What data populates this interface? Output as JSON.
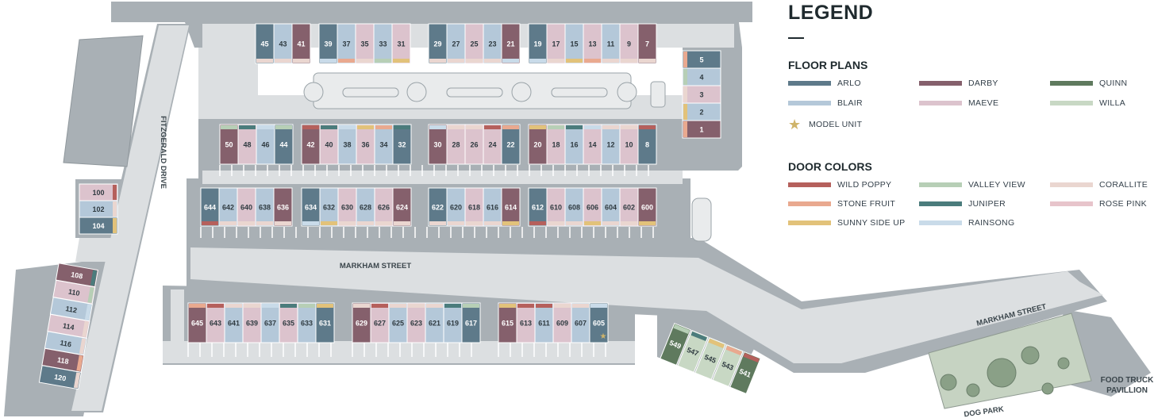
{
  "legend": {
    "title": "LEGEND",
    "floor_plans_heading": "FLOOR PLANS",
    "door_colors_heading": "DOOR COLORS",
    "model_unit": "MODEL UNIT",
    "floor_plans": [
      {
        "name": "ARLO",
        "color": "#5e7a8a"
      },
      {
        "name": "DARBY",
        "color": "#85606c"
      },
      {
        "name": "QUINN",
        "color": "#5f7a5e"
      },
      {
        "name": "BLAIR",
        "color": "#b4c8d9"
      },
      {
        "name": "MAEVE",
        "color": "#dcc3cd"
      },
      {
        "name": "WILLA",
        "color": "#c8d8c4"
      }
    ],
    "door_colors": [
      {
        "name": "WILD POPPY",
        "color": "#b5605c"
      },
      {
        "name": "VALLEY VIEW",
        "color": "#b7cfb6"
      },
      {
        "name": "CORALLITE",
        "color": "#ead6d0"
      },
      {
        "name": "STONE FRUIT",
        "color": "#e9a98f"
      },
      {
        "name": "JUNIPER",
        "color": "#4b7c7c"
      },
      {
        "name": "ROSE PINK",
        "color": "#e7c4cb"
      },
      {
        "name": "SUNNY SIDE UP",
        "color": "#e2c27a"
      },
      {
        "name": "RAINSONG",
        "color": "#c9dbe9"
      }
    ]
  },
  "labels": {
    "fitzgerald": "FITZGERALD DRIVE",
    "markham": "MARKHAM STREET",
    "markham2": "MARKHAM STREET",
    "food_truck_1": "FOOD TRUCK",
    "food_truck_2": "PAVILLION",
    "dog_park": "DOG PARK"
  },
  "units": {
    "row_a": [
      {
        "n": "45",
        "plan": "ARLO",
        "door": "CORALLITE"
      },
      {
        "n": "43",
        "plan": "BLAIR",
        "door": "CORALLITE"
      },
      {
        "n": "41",
        "plan": "DARBY",
        "door": "CORALLITE"
      },
      {
        "n": "39",
        "plan": "ARLO",
        "door": "RAINSONG"
      },
      {
        "n": "37",
        "plan": "BLAIR",
        "door": "STONE FRUIT"
      },
      {
        "n": "35",
        "plan": "MAEVE",
        "door": "CORALLITE"
      },
      {
        "n": "33",
        "plan": "BLAIR",
        "door": "VALLEY VIEW"
      },
      {
        "n": "31",
        "plan": "MAEVE",
        "door": "SUNNY SIDE UP"
      },
      {
        "n": "29",
        "plan": "ARLO",
        "door": "CORALLITE"
      },
      {
        "n": "27",
        "plan": "BLAIR",
        "door": "CORALLITE"
      },
      {
        "n": "25",
        "plan": "MAEVE",
        "door": "CORALLITE"
      },
      {
        "n": "23",
        "plan": "BLAIR",
        "door": "CORALLITE"
      },
      {
        "n": "21",
        "plan": "DARBY",
        "door": "RAINSONG"
      },
      {
        "n": "19",
        "plan": "ARLO",
        "door": "RAINSONG"
      },
      {
        "n": "17",
        "plan": "MAEVE",
        "door": "CORALLITE"
      },
      {
        "n": "15",
        "plan": "BLAIR",
        "door": "SUNNY SIDE UP"
      },
      {
        "n": "13",
        "plan": "MAEVE",
        "door": "STONE FRUIT"
      },
      {
        "n": "11",
        "plan": "BLAIR",
        "door": "CORALLITE"
      },
      {
        "n": "9",
        "plan": "MAEVE",
        "door": "CORALLITE"
      },
      {
        "n": "7",
        "plan": "DARBY",
        "door": "CORALLITE"
      }
    ],
    "row_b": [
      {
        "n": "50",
        "plan": "DARBY",
        "door": "VALLEY VIEW"
      },
      {
        "n": "48",
        "plan": "MAEVE",
        "door": "JUNIPER"
      },
      {
        "n": "46",
        "plan": "BLAIR",
        "door": "RAINSONG"
      },
      {
        "n": "44",
        "plan": "ARLO",
        "door": "VALLEY VIEW"
      },
      {
        "n": "42",
        "plan": "DARBY",
        "door": "WILD POPPY"
      },
      {
        "n": "40",
        "plan": "MAEVE",
        "door": "JUNIPER"
      },
      {
        "n": "38",
        "plan": "BLAIR",
        "door": "RAINSONG"
      },
      {
        "n": "36",
        "plan": "MAEVE",
        "door": "SUNNY SIDE UP"
      },
      {
        "n": "34",
        "plan": "BLAIR",
        "door": "STONE FRUIT"
      },
      {
        "n": "32",
        "plan": "ARLO",
        "door": "JUNIPER"
      },
      {
        "n": "30",
        "plan": "DARBY",
        "door": "RAINSONG"
      },
      {
        "n": "28",
        "plan": "MAEVE",
        "door": "CORALLITE"
      },
      {
        "n": "26",
        "plan": "MAEVE",
        "door": "CORALLITE"
      },
      {
        "n": "24",
        "plan": "MAEVE",
        "door": "WILD POPPY"
      },
      {
        "n": "22",
        "plan": "ARLO",
        "door": "STONE FRUIT"
      },
      {
        "n": "20",
        "plan": "DARBY",
        "door": "SUNNY SIDE UP"
      },
      {
        "n": "18",
        "plan": "MAEVE",
        "door": "VALLEY VIEW"
      },
      {
        "n": "16",
        "plan": "BLAIR",
        "door": "JUNIPER"
      },
      {
        "n": "14",
        "plan": "MAEVE",
        "door": "RAINSONG"
      },
      {
        "n": "12",
        "plan": "BLAIR",
        "door": "CORALLITE"
      },
      {
        "n": "10",
        "plan": "MAEVE",
        "door": "CORALLITE"
      },
      {
        "n": "8",
        "plan": "ARLO",
        "door": "WILD POPPY"
      }
    ],
    "row_c": [
      {
        "n": "644",
        "plan": "ARLO",
        "door": "WILD POPPY"
      },
      {
        "n": "642",
        "plan": "BLAIR",
        "door": "CORALLITE"
      },
      {
        "n": "640",
        "plan": "MAEVE",
        "door": "CORALLITE"
      },
      {
        "n": "638",
        "plan": "BLAIR",
        "door": "CORALLITE"
      },
      {
        "n": "636",
        "plan": "DARBY",
        "door": "CORALLITE"
      },
      {
        "n": "634",
        "plan": "ARLO",
        "door": "RAINSONG"
      },
      {
        "n": "632",
        "plan": "BLAIR",
        "door": "SUNNY SIDE UP"
      },
      {
        "n": "630",
        "plan": "MAEVE",
        "door": "CORALLITE"
      },
      {
        "n": "628",
        "plan": "BLAIR",
        "door": "CORALLITE"
      },
      {
        "n": "626",
        "plan": "MAEVE",
        "door": "CORALLITE"
      },
      {
        "n": "624",
        "plan": "DARBY",
        "door": "CORALLITE"
      },
      {
        "n": "622",
        "plan": "ARLO",
        "door": "CORALLITE"
      },
      {
        "n": "620",
        "plan": "BLAIR",
        "door": "CORALLITE"
      },
      {
        "n": "618",
        "plan": "MAEVE",
        "door": "CORALLITE"
      },
      {
        "n": "616",
        "plan": "BLAIR",
        "door": "CORALLITE"
      },
      {
        "n": "614",
        "plan": "DARBY",
        "door": "SUNNY SIDE UP"
      },
      {
        "n": "612",
        "plan": "ARLO",
        "door": "WILD POPPY"
      },
      {
        "n": "610",
        "plan": "MAEVE",
        "door": "CORALLITE"
      },
      {
        "n": "608",
        "plan": "BLAIR",
        "door": "CORALLITE"
      },
      {
        "n": "606",
        "plan": "MAEVE",
        "door": "SUNNY SIDE UP"
      },
      {
        "n": "604",
        "plan": "BLAIR",
        "door": "CORALLITE"
      },
      {
        "n": "602",
        "plan": "MAEVE",
        "door": "CORALLITE"
      },
      {
        "n": "600",
        "plan": "DARBY",
        "door": "SUNNY SIDE UP"
      }
    ],
    "row_d": [
      {
        "n": "645",
        "plan": "DARBY",
        "door": "STONE FRUIT"
      },
      {
        "n": "643",
        "plan": "MAEVE",
        "door": "WILD POPPY"
      },
      {
        "n": "641",
        "plan": "BLAIR",
        "door": "CORALLITE"
      },
      {
        "n": "639",
        "plan": "MAEVE",
        "door": "CORALLITE"
      },
      {
        "n": "637",
        "plan": "BLAIR",
        "door": "RAINSONG"
      },
      {
        "n": "635",
        "plan": "MAEVE",
        "door": "JUNIPER"
      },
      {
        "n": "633",
        "plan": "BLAIR",
        "door": "VALLEY VIEW"
      },
      {
        "n": "631",
        "plan": "ARLO",
        "door": "SUNNY SIDE UP"
      },
      {
        "n": "629",
        "plan": "DARBY",
        "door": "CORALLITE"
      },
      {
        "n": "627",
        "plan": "MAEVE",
        "door": "WILD POPPY"
      },
      {
        "n": "625",
        "plan": "BLAIR",
        "door": "CORALLITE"
      },
      {
        "n": "623",
        "plan": "MAEVE",
        "door": "CORALLITE"
      },
      {
        "n": "621",
        "plan": "BLAIR",
        "door": "CORALLITE"
      },
      {
        "n": "619",
        "plan": "BLAIR",
        "door": "JUNIPER"
      },
      {
        "n": "617",
        "plan": "ARLO",
        "door": "VALLEY VIEW"
      },
      {
        "n": "615",
        "plan": "DARBY",
        "door": "SUNNY SIDE UP"
      },
      {
        "n": "613",
        "plan": "MAEVE",
        "door": "WILD POPPY"
      },
      {
        "n": "611",
        "plan": "BLAIR",
        "door": "WILD POPPY"
      },
      {
        "n": "609",
        "plan": "MAEVE",
        "door": "CORALLITE"
      },
      {
        "n": "607",
        "plan": "BLAIR",
        "door": "CORALLITE"
      },
      {
        "n": "605",
        "plan": "ARLO",
        "door": "RAINSONG",
        "model": true
      }
    ],
    "col_right": [
      {
        "n": "5",
        "plan": "ARLO",
        "door": "STONE FRUIT"
      },
      {
        "n": "4",
        "plan": "BLAIR",
        "door": "VALLEY VIEW"
      },
      {
        "n": "3",
        "plan": "MAEVE",
        "door": "CORALLITE"
      },
      {
        "n": "2",
        "plan": "BLAIR",
        "door": "SUNNY SIDE UP"
      },
      {
        "n": "1",
        "plan": "DARBY",
        "door": "STONE FRUIT"
      }
    ],
    "col_left": [
      {
        "n": "100",
        "plan": "MAEVE",
        "door": "WILD POPPY"
      },
      {
        "n": "102",
        "plan": "BLAIR",
        "door": "CORALLITE"
      },
      {
        "n": "104",
        "plan": "ARLO",
        "door": "SUNNY SIDE UP"
      }
    ],
    "col_diag": [
      {
        "n": "108",
        "plan": "DARBY",
        "door": "JUNIPER"
      },
      {
        "n": "110",
        "plan": "MAEVE",
        "door": "VALLEY VIEW"
      },
      {
        "n": "112",
        "plan": "BLAIR",
        "door": "RAINSONG"
      },
      {
        "n": "114",
        "plan": "MAEVE",
        "door": "CORALLITE"
      },
      {
        "n": "116",
        "plan": "BLAIR",
        "door": "CORALLITE"
      },
      {
        "n": "118",
        "plan": "DARBY",
        "door": "STONE FRUIT"
      },
      {
        "n": "120",
        "plan": "ARLO",
        "door": "CORALLITE"
      }
    ],
    "row_e": [
      {
        "n": "549",
        "plan": "QUINN",
        "door": "VALLEY VIEW"
      },
      {
        "n": "547",
        "plan": "WILLA",
        "door": "JUNIPER"
      },
      {
        "n": "545",
        "plan": "WILLA",
        "door": "SUNNY SIDE UP"
      },
      {
        "n": "543",
        "plan": "WILLA",
        "door": "STONE FRUIT"
      },
      {
        "n": "541",
        "plan": "QUINN",
        "door": "WILD POPPY"
      }
    ]
  }
}
